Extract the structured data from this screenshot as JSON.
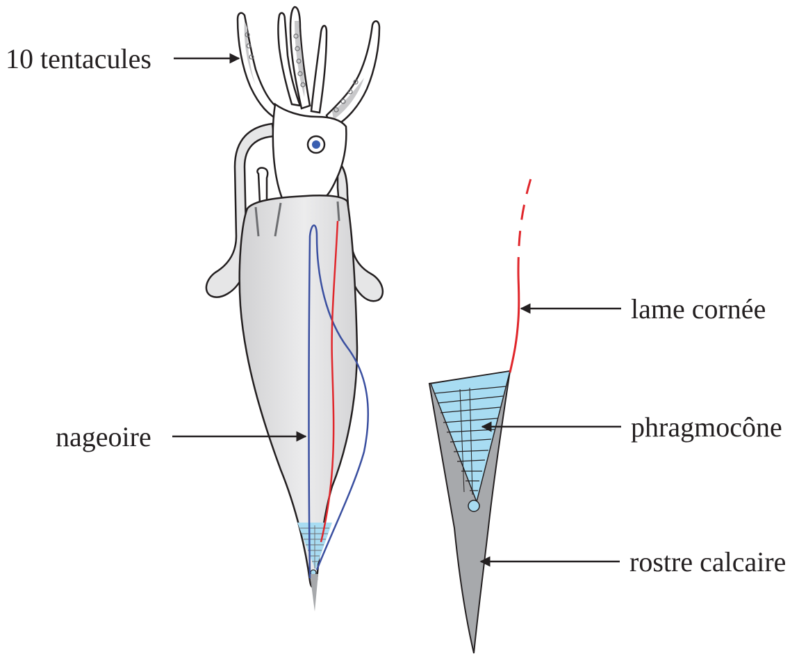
{
  "labels": {
    "tentacles": "10 tentacules",
    "fin": "nageoire",
    "horny_blade": "lame cornée",
    "phragmocone": "phragmocône",
    "rostrum": "rostre calcaire"
  },
  "colors": {
    "outline": "#231f20",
    "body_fill": "#d6d6d6",
    "head_fill": "#ffffff",
    "fin_line": "#3a4fa0",
    "blade_line": "#e0262b",
    "phragmocone_fill": "#a8dcf2",
    "rostrum_fill": "#a7a9ac",
    "eye": "#3a5fb0"
  }
}
